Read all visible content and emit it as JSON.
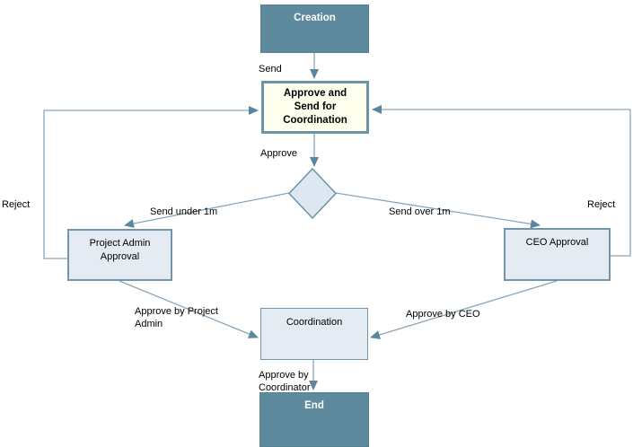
{
  "nodes": {
    "creation": {
      "label": "Creation"
    },
    "approve_and_send": {
      "label": "Approve and\nSend for\nCoordination"
    },
    "project_admin_approval": {
      "label": "Project Admin\nApproval"
    },
    "ceo_approval": {
      "label": "CEO Approval"
    },
    "coordination": {
      "label": "Coordination"
    },
    "end": {
      "label": "End"
    }
  },
  "edges": {
    "send": {
      "label": "Send"
    },
    "approve": {
      "label": "Approve"
    },
    "send_under_1m": {
      "label": "Send under 1m"
    },
    "send_over_1m": {
      "label": "Send over 1m"
    },
    "approve_by_project_admin": {
      "label": "Approve by Project\nAdmin"
    },
    "approve_by_ceo": {
      "label": "Approve by CEO"
    },
    "approve_by_coordinator": {
      "label": "Approve by\nCoordinator"
    },
    "reject_left": {
      "label": "Reject"
    },
    "reject_right": {
      "label": "Reject"
    }
  },
  "colors": {
    "terminal_fill": "#5E8A9E",
    "terminal_text": "#FFFFFF",
    "task_fill": "#E4EBF3",
    "task_border": "#7295AC",
    "highlight_fill": "#FFFFEE",
    "highlight_border": "#6C93A8",
    "decision_fill": "#DCE7F2",
    "connector_line": "#8AA5B9",
    "arrowhead": "#5B86A0",
    "label_text": "#000000",
    "background": "#FFFFFF"
  }
}
